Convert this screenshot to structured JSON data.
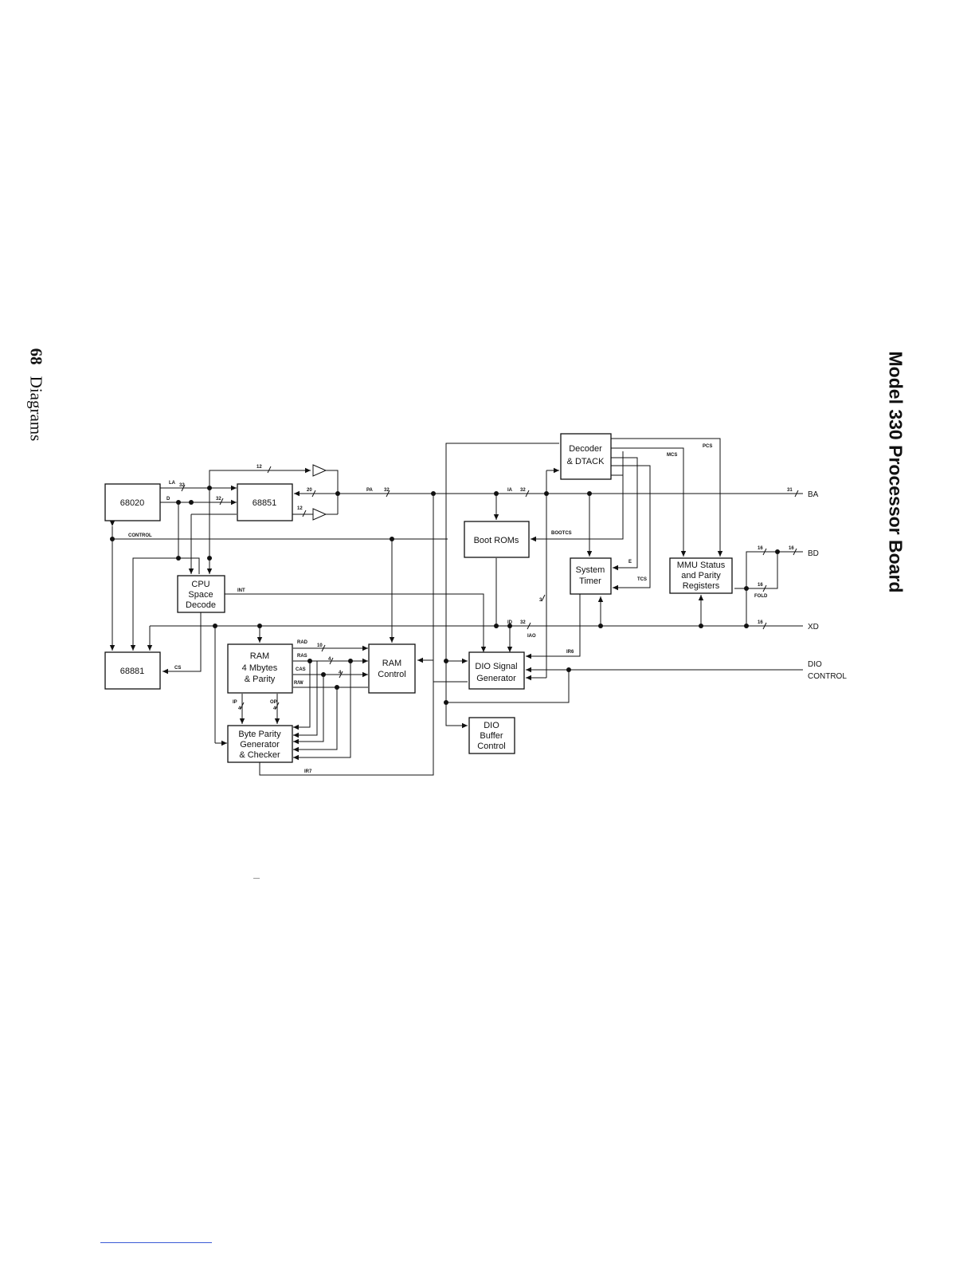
{
  "page": {
    "title": "Model 330 Processor Board",
    "page_number": "68",
    "section": "Diagrams"
  },
  "blocks": {
    "cpu": "68020",
    "mmu": "68851",
    "fpu": "68881",
    "cpu_space": [
      "CPU",
      "Space",
      "Decode"
    ],
    "ram": [
      "RAM",
      "4  Mbytes",
      "&  Parity"
    ],
    "ram_control": [
      "RAM",
      "Control"
    ],
    "byte_parity": [
      "Byte  Parity",
      "Generator",
      "&  Checker"
    ],
    "boot_roms": "Boot  ROMs",
    "decoder": [
      "Decoder",
      "&  DTACK"
    ],
    "system_timer": [
      "System",
      "Timer"
    ],
    "mmu_status": [
      "MMU  Status",
      "and  Parity",
      "Registers"
    ],
    "dio_signal": [
      "DIO  Signal",
      "Generator"
    ],
    "dio_buffer": [
      "DIO",
      "Buffer",
      "Control"
    ]
  },
  "signals": {
    "la": "LA",
    "d": "D",
    "control": "CONTROL",
    "int": "INT",
    "cs": "CS",
    "pa": "PA",
    "ia": "IA",
    "id": "ID",
    "iao": "IAO",
    "rad": "RAD",
    "ras": "RAS",
    "cas": "CAS",
    "rw": "R/W",
    "ip": "IP",
    "op": "OP",
    "ir7": "IR7",
    "ir6": "IR6",
    "bootcs": "BOOTCS",
    "e": "E",
    "tcs": "TCS",
    "mcs": "MCS",
    "pcs": "PCS",
    "fold": "FOLD"
  },
  "bus_widths": {
    "la": "32",
    "d_to_mmu": "32",
    "top_buf": "12",
    "mmu_in": "20",
    "mid_buf": "12",
    "pa": "32",
    "ia": "32",
    "ba": "31",
    "bd_a": "16",
    "bd_b": "16",
    "fold": "16",
    "xd": "16",
    "id": "32",
    "three": "3",
    "rad": "10",
    "cas_a": "4",
    "cas_b": "4",
    "ip": "4",
    "op": "4"
  },
  "external": {
    "ba": "BA",
    "bd": "BD",
    "xd": "XD",
    "dio_control": [
      "DIO",
      "CONTROL"
    ]
  }
}
